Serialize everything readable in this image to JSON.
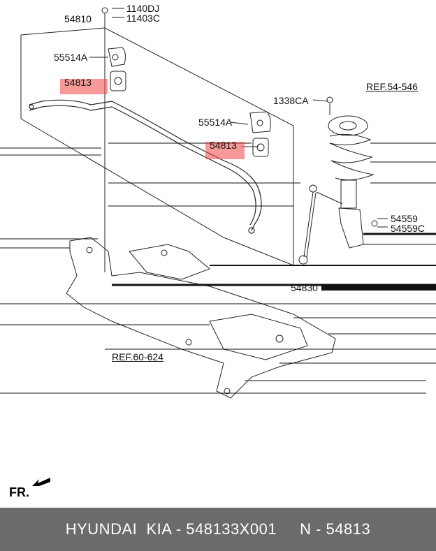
{
  "callouts": {
    "bolt_1": "1140DJ",
    "bolt_2": "11403C",
    "stabilizer_bar": "54810",
    "bracket_upper": "55514A",
    "bushing_upper": "54813",
    "bracket_lower": "55514A",
    "bushing_lower": "54813",
    "nut": "1338CA",
    "ref_strut": "REF.54-546",
    "link_nut_1": "54559",
    "link_nut_2": "54559C",
    "link": "54830",
    "ref_subframe": "REF.60-624"
  },
  "orientation": {
    "label": "FR."
  },
  "footer": {
    "text": "HYUNDAI  KIA - 548133X001     N - 54813"
  },
  "colors": {
    "highlight": "#f04646",
    "footer_bg": "#6b6b6b",
    "line": "#222222"
  }
}
